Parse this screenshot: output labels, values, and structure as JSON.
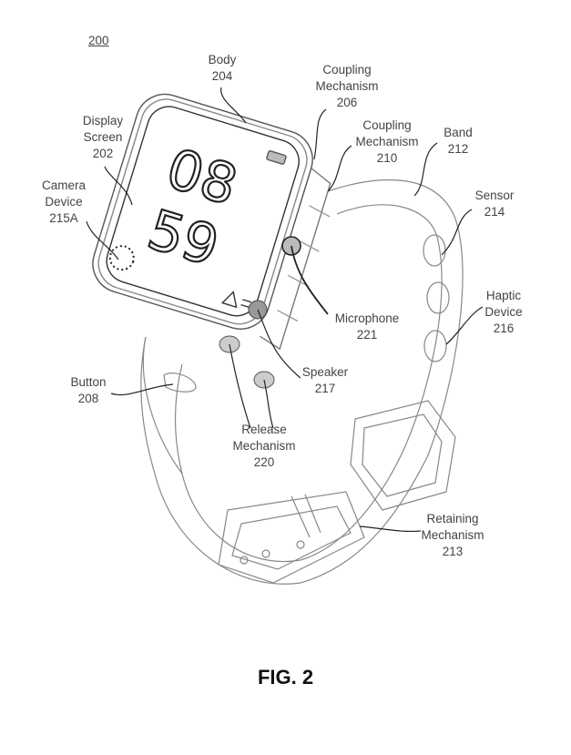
{
  "figure": {
    "reference": "200",
    "caption": "FIG. 2",
    "watch_face": {
      "hour": "08",
      "minute": "59"
    }
  },
  "labels": {
    "body": {
      "name": "Body",
      "number": "204"
    },
    "coupling_206": {
      "line1": "Coupling",
      "line2": "Mechanism",
      "number": "206"
    },
    "display": {
      "line1": "Display",
      "line2": "Screen",
      "number": "202"
    },
    "coupling_210": {
      "line1": "Coupling",
      "line2": "Mechanism",
      "number": "210"
    },
    "band": {
      "name": "Band",
      "number": "212"
    },
    "camera": {
      "line1": "Camera",
      "line2": "Device",
      "number": "215A"
    },
    "sensor": {
      "name": "Sensor",
      "number": "214"
    },
    "haptic": {
      "line1": "Haptic",
      "line2": "Device",
      "number": "216"
    },
    "microphone": {
      "name": "Microphone",
      "number": "221"
    },
    "speaker": {
      "name": "Speaker",
      "number": "217"
    },
    "button": {
      "name": "Button",
      "number": "208"
    },
    "release": {
      "line1": "Release",
      "line2": "Mechanism",
      "number": "220"
    },
    "retaining": {
      "line1": "Retaining",
      "line2": "Mechanism",
      "number": "213"
    }
  }
}
